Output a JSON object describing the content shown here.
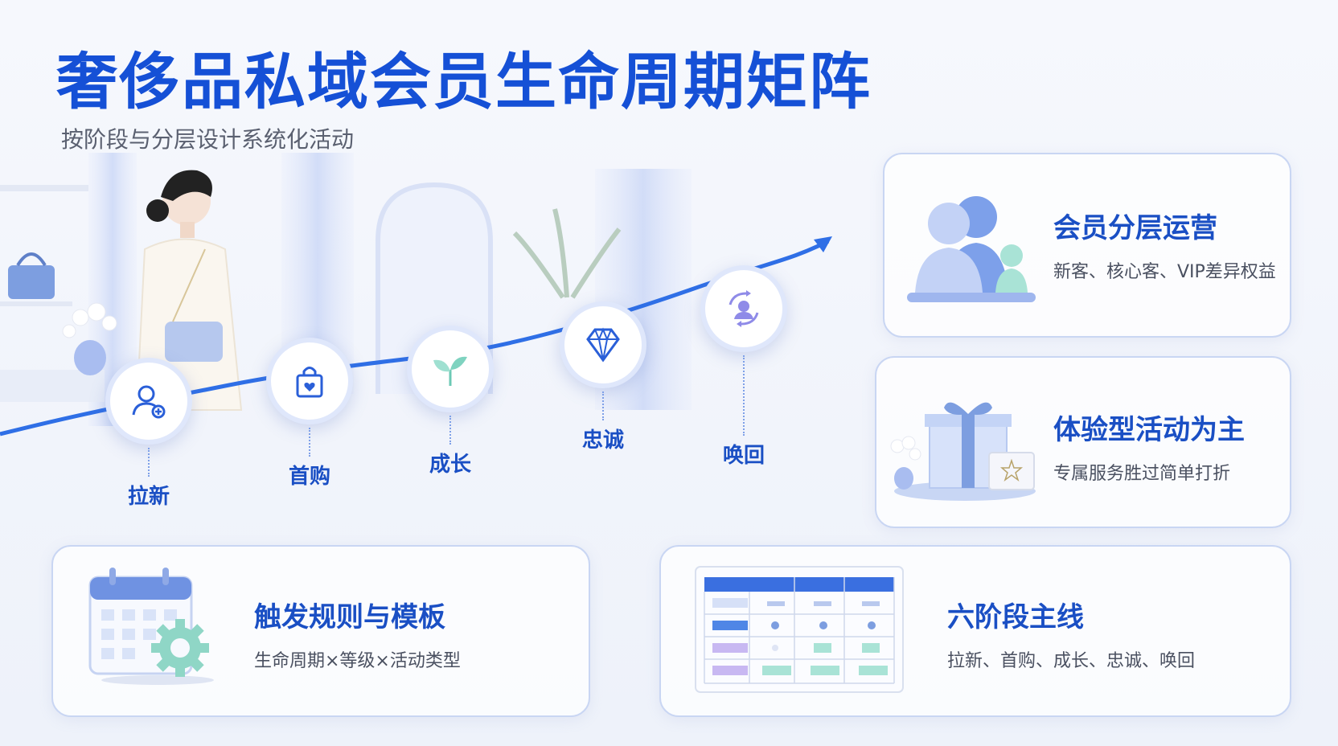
{
  "header": {
    "title": "奢侈品私域会员生命周期矩阵",
    "subtitle": "按阶段与分层设计系统化活动"
  },
  "stages": [
    {
      "label": "拉新",
      "icon": "add-user-icon"
    },
    {
      "label": "首购",
      "icon": "shopping-bag-heart-icon"
    },
    {
      "label": "成长",
      "icon": "sprout-icon"
    },
    {
      "label": "忠诚",
      "icon": "diamond-icon"
    },
    {
      "label": "唤回",
      "icon": "recall-user-icon"
    }
  ],
  "cards": {
    "tiered_ops": {
      "title": "会员分层运营",
      "desc": "新客、核心客、VIP差异权益",
      "icon": "member-silhouettes-icon"
    },
    "experience": {
      "title": "体验型活动为主",
      "desc": "专属服务胜过简单打折",
      "icon": "gift-box-icon"
    },
    "trigger_rules": {
      "title": "触发规则与模板",
      "desc": "生命周期×等级×活动类型",
      "icon": "calendar-gear-icon"
    },
    "six_stages": {
      "title": "六阶段主线",
      "desc": "拉新、首购、成长、忠诚、唤回",
      "icon": "matrix-table-icon"
    }
  },
  "colors": {
    "accent": "#1550d6",
    "line": "#2f6fe6",
    "soft_blue": "#b9cdf5",
    "mint": "#a9e3d6",
    "lavender": "#c8b8f2"
  }
}
